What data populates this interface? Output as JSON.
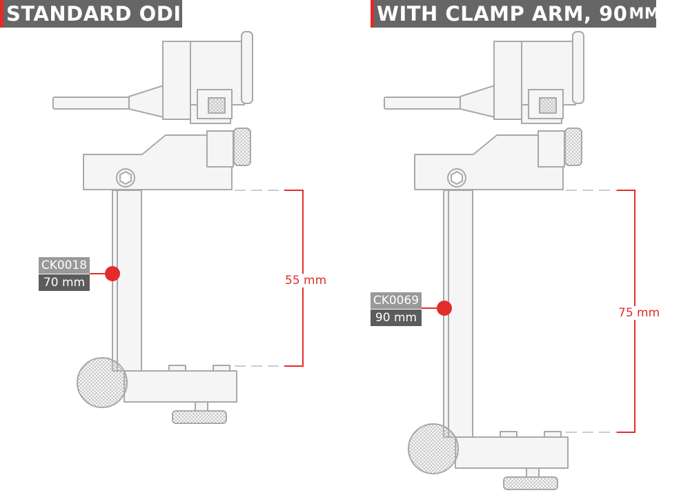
{
  "panels": {
    "left": {
      "title": "STANDARD ODI",
      "part_code": "CK0018",
      "part_length": "70 mm",
      "dimension": "55 mm"
    },
    "right": {
      "title": "WITH CLAMP ARM, 90",
      "title_unit": "MM",
      "part_code": "CK0069",
      "part_length": "90 mm",
      "dimension": "75 mm"
    }
  },
  "colors": {
    "accent_red": "#e32b2b",
    "header_gray": "#666666",
    "outline_gray": "#a8a8a8",
    "fill_light": "#f3f3f3",
    "dash_gray": "#cccccc"
  }
}
